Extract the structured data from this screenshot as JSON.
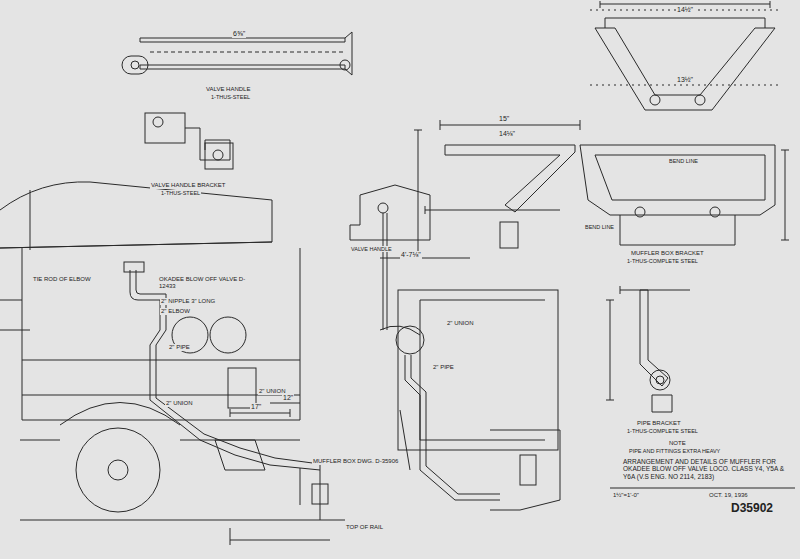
{
  "diagram": {
    "title": "ARRANGEMENT AND DETAILS OF MUFFLER FOR OKADEE BLOW OFF VALVE LOCO. CLASS Y4, Y5A & Y6A (V.S ENG. NO 2114, 2183)",
    "labels": [
      "VALVE HANDLE",
      "1-THUS-STEEL",
      "VALVE HANDLE BRACKET",
      "1-THUS-STEEL",
      "OKADEE BLOW OFF VALVE D-12433",
      "2\" NIPPLE 3\" LONG",
      "2\" ELBOW",
      "TIE ROD OF ELBOW",
      "2\" PIPE",
      "2\" UNION",
      "2\" UNION",
      "MUFFLER BOX DWG. D-35906",
      "TOP OF RAIL",
      "17\"",
      "12\"",
      "VALVE HANDLE",
      "4'-7⅛\"",
      "15\"",
      "14⅛\"",
      "MUFFLER BOX BRACKET",
      "1-THUS-COMPLETE STEEL",
      "BEND LINE",
      "BEND LINE",
      "14½\"",
      "13½\"",
      "PIPE BRACKET",
      "1-THUS-COMPLETE STEEL",
      "NOTE",
      "PIPE AND FITTINGS EXTRA HEAVY",
      "1½\"=1'-0\"",
      "OCT. 19, 1936",
      "D35902",
      "6⅝\"",
      "2\" UNION",
      "2\" PIPE"
    ]
  }
}
